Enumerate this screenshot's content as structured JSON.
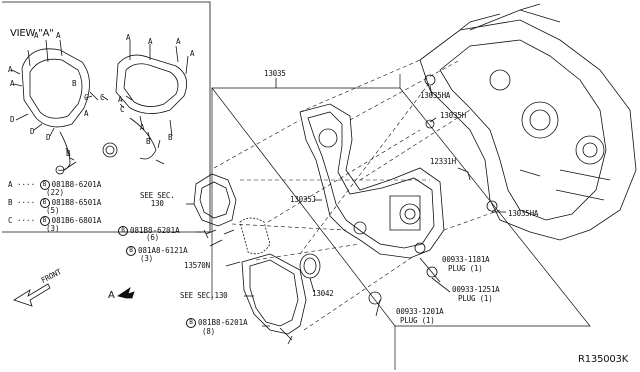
{
  "view_title": "VIEW \"A\"",
  "legend": [
    {
      "key": "A",
      "part": "081B8-6201A",
      "qty": "(22)"
    },
    {
      "key": "B",
      "part": "081B8-6501A",
      "qty": "(5)"
    },
    {
      "key": "C",
      "part": "081B6-6801A",
      "qty": "(3)"
    }
  ],
  "callouts": {
    "p13035": "13035",
    "p13035ha_top": "13035HA",
    "p13035h": "13035H",
    "p12331h": "12331H",
    "p13035j": "13035J",
    "p13035ha_bottom": "13035HA",
    "see_sec_130_a": "SEE SEC.\n130",
    "bolt_6201a_6": "081B8-6201A",
    "bolt_6201a_6_qty": "(6)",
    "bolt_6121a": "081A8-6121A",
    "bolt_6121a_qty": "(3)",
    "p13570n": "13570N",
    "p13042": "13042",
    "see_sec_130_b": "SEE SEC.130",
    "bolt_6201a_8": "081B8-6201A",
    "bolt_6201a_8_qty": "(8)",
    "plug_1181a": "00933-1181A",
    "plug_1181a_qty": "PLUG (1)",
    "plug_1251a": "00933-1251A",
    "plug_1251a_qty": "PLUG (1)",
    "plug_1201a": "00933-1201A",
    "plug_1201a_qty": "PLUG (1)",
    "front": "FRONT",
    "view_a_marker": "A",
    "drawing_id": "R135003K",
    "circle_b": "B"
  }
}
